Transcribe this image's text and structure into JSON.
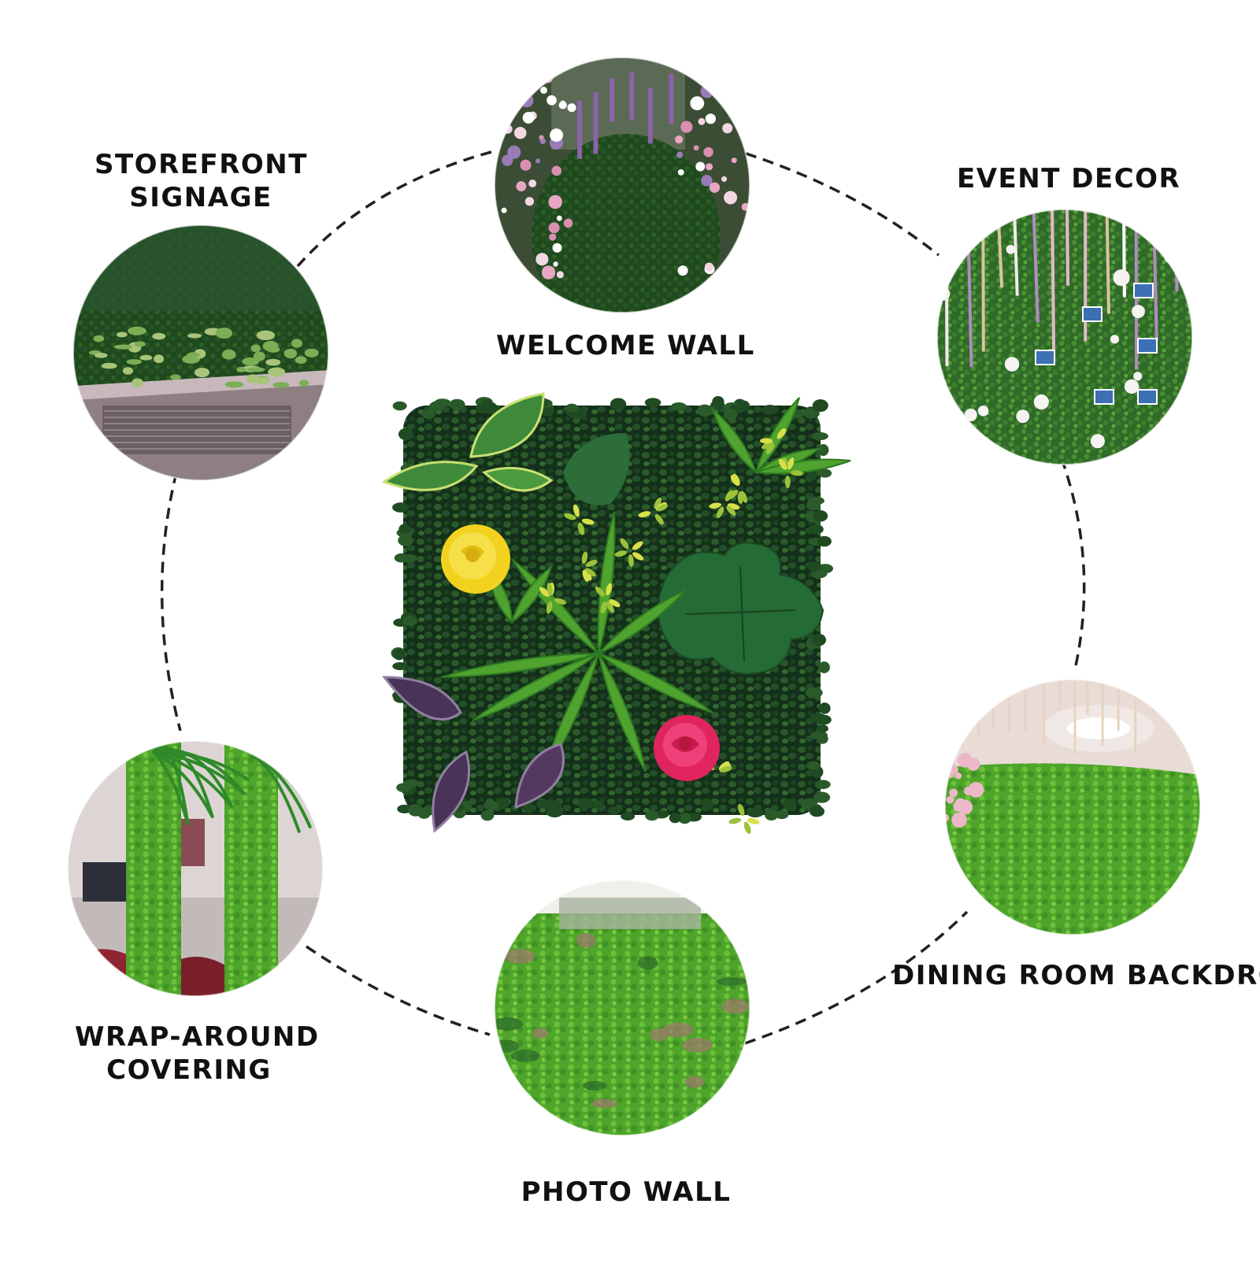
{
  "labels": {
    "storefront": [
      "STOREFRONT",
      "SIGNAGE"
    ],
    "welcome": "WELCOME WALL",
    "event": "EVENT DECOR",
    "dining": "DINING ROOM BACKDRO",
    "wrap": [
      "WRAP-AROUND",
      "COVERING"
    ],
    "photo": "PHOTO WALL"
  },
  "colors": {
    "foliage_dark": "#1f3d1c",
    "foliage_mid": "#3c7a2c",
    "foliage_bright": "#5fae2e",
    "leaf_yellow": "#d8e04a",
    "flower_yellow": "#f2d21e",
    "flower_pink": "#e0245e",
    "leaf_purple": "#4a3358",
    "petal_light": "#f1d7e2"
  },
  "icons": {
    "center": "green-wall-panel-icon",
    "welcome": "flower-wall-photo",
    "storefront": "storefront-hedge-photo",
    "event": "hanging-flowers-photo",
    "dining": "dining-backdrop-photo",
    "wrap": "pillar-cover-photo",
    "photo": "grass-wall-photo"
  }
}
